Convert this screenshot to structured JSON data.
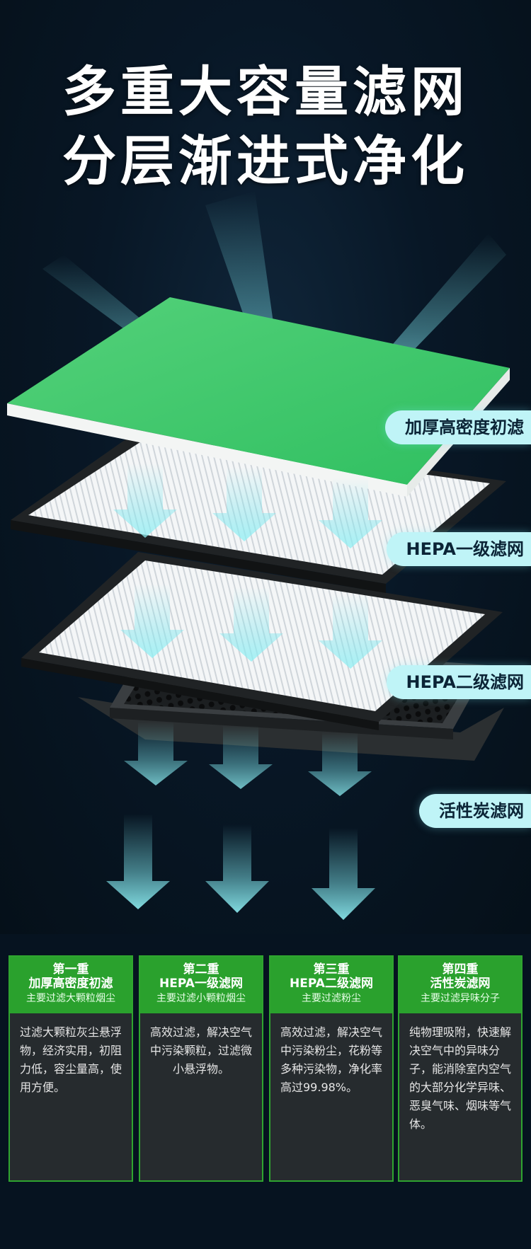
{
  "headline": {
    "line1": "多重大容量滤网",
    "line2": "分层渐进式净化"
  },
  "layers": [
    {
      "label": "加厚高密度初滤"
    },
    {
      "label": "HEPA一级滤网"
    },
    {
      "label": "HEPA二级滤网"
    },
    {
      "label": "活性炭滤网"
    }
  ],
  "cards": [
    {
      "stage": "第一重",
      "name": "加厚高密度初滤",
      "sub": "主要过滤大颗粒烟尘",
      "desc": "过滤大颗粒灰尘悬浮物，经济实用，初阻力低，容尘量高，使用方便。"
    },
    {
      "stage": "第二重",
      "name": "HEPA一级滤网",
      "sub": "主要过滤小颗粒烟尘",
      "desc": "高效过滤，解决空气中污染颗粒，过滤微小悬浮物。"
    },
    {
      "stage": "第三重",
      "name": "HEPA二级滤网",
      "sub": "主要过滤粉尘",
      "desc": "高效过滤，解决空气中污染粉尘，花粉等多种污染物，净化率高过99.98%。"
    },
    {
      "stage": "第四重",
      "name": "活性炭滤网",
      "sub": "主要过滤异味分子",
      "desc": "纯物理吸附，快速解决空气中的异味分子，能消除室内空气的大部分化学异味、恶臭气味、烟味等气体。"
    }
  ],
  "colors": {
    "background": "#061320",
    "accent_green": "#2aa12d",
    "tag_cyan": "#bff4f7",
    "airflow_cyan": "#7fe6ee"
  }
}
